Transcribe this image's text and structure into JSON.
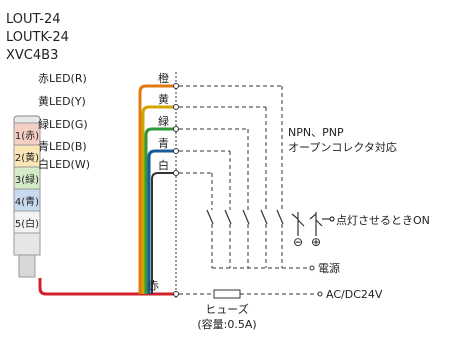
{
  "models": [
    "LOUT-24",
    "LOUTK-24",
    "XVC4B3"
  ],
  "led_labels": [
    "赤LED(R)",
    "黄LED(Y)",
    "緑LED(G)",
    "青LED(B)",
    "白LED(W)"
  ],
  "wire_labels": [
    "橙",
    "黄",
    "緑",
    "青",
    "白"
  ],
  "common_wire_label": "赤",
  "tower_tiers": [
    "1(赤)",
    "2(黄)",
    "3(緑)",
    "4(青)",
    "5(白)"
  ],
  "output_type": [
    "NPN、PNP",
    "オープンコレクタ対応"
  ],
  "on_label": "点灯させるときON",
  "minus_symbol": "⊖",
  "plus_symbol": "⊕",
  "power_label": "電源",
  "supply_label": "AC/DC24V",
  "fuse_label": [
    "ヒューズ",
    "(容量:0.5A)"
  ],
  "colors": {
    "orange": "#e07a10",
    "yellow": "#d4a400",
    "green": "#2e9a3a",
    "blue": "#1a5a9c",
    "white_wire": "#333333",
    "red": "#d0202a",
    "tier_red": "#f6cfc4",
    "tier_yellow": "#fbe6b6",
    "tier_green": "#d6ebc8",
    "tier_blue": "#c8daf0",
    "tier_white": "#f3f3f3"
  }
}
